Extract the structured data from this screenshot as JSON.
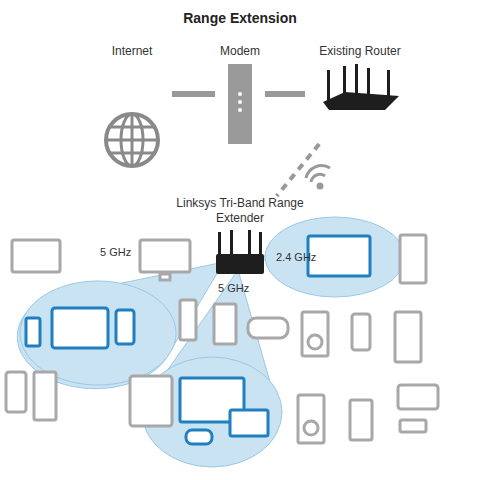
{
  "diagram": {
    "title": "Range Extension",
    "nodes": [
      {
        "text": [
          "Internet"
        ]
      },
      {
        "text": [
          "Modem"
        ]
      },
      {
        "text": [
          "Existing Router"
        ]
      },
      {
        "text": [
          "Linksys Tri-Band Range Extender"
        ]
      }
    ],
    "edges": [
      {
        "from": 0,
        "to": 1,
        "arrow": "none"
      },
      {
        "from": 1,
        "to": 2,
        "arrow": "none"
      },
      {
        "from": 2,
        "to": 3,
        "arrow": "none"
      }
    ],
    "labels": [
      "5 GHz",
      "5 GHz",
      "2.4 GHz"
    ]
  }
}
